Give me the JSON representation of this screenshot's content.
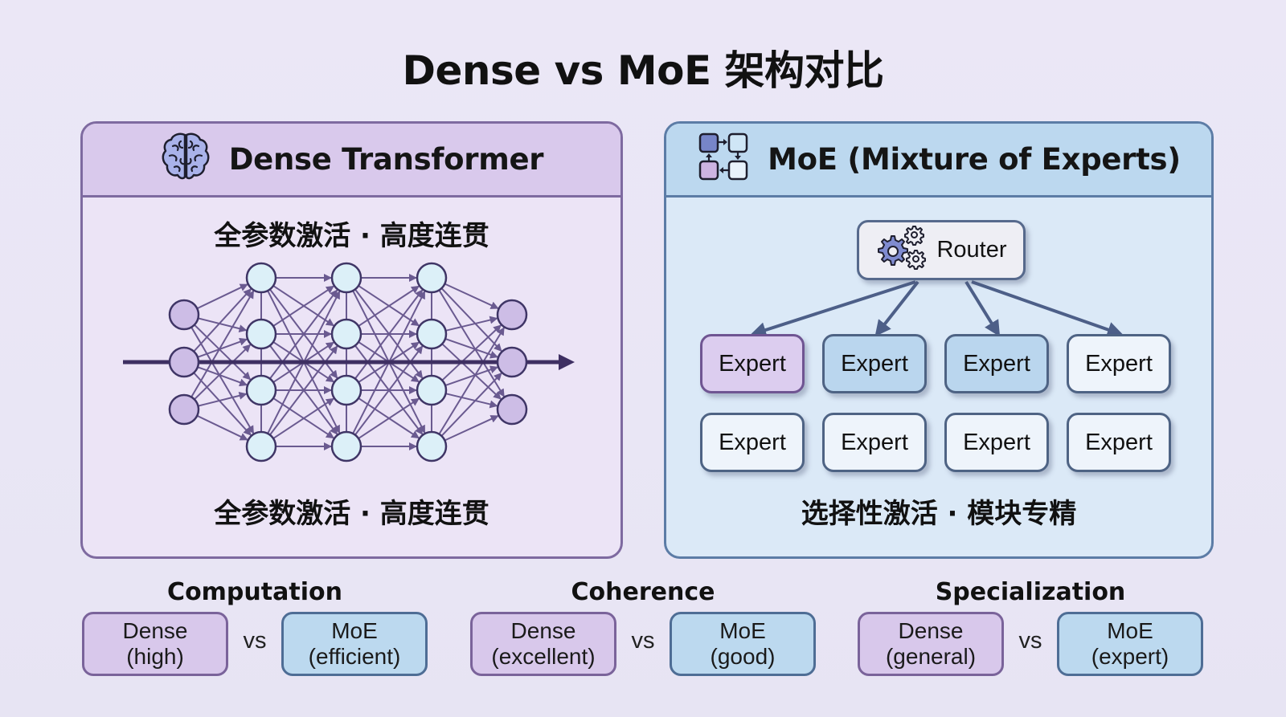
{
  "title": "Dense vs MoE 架构对比",
  "colors": {
    "dense_accent": "#d9c9ec",
    "dense_border": "#7e6aa0",
    "moe_accent": "#bcd8ef",
    "moe_border": "#5c7ca6",
    "node_fill": "#dcf0f8",
    "io_node_fill": "#cdbde6",
    "edge_color": "#6a5a90"
  },
  "dense_panel": {
    "icon": "brain-icon",
    "header": "Dense Transformer",
    "caption_top": "全参数激活 · 高度连贯",
    "caption_bottom": "全参数激活 · 高度连贯",
    "network": {
      "input_nodes": 3,
      "hidden_layers": [
        4,
        4,
        4
      ],
      "output_nodes": 3,
      "fully_connected": true,
      "flow_arrow": "left-to-right"
    }
  },
  "moe_panel": {
    "icon": "modules-flow-icon",
    "header": "MoE (Mixture of Experts)",
    "router": {
      "icon": "gears-icon",
      "label": "Router"
    },
    "experts": [
      {
        "label": "Expert",
        "state": "routed-primary"
      },
      {
        "label": "Expert",
        "state": "routed"
      },
      {
        "label": "Expert",
        "state": "routed"
      },
      {
        "label": "Expert",
        "state": "routed-idle"
      },
      {
        "label": "Expert",
        "state": "idle"
      },
      {
        "label": "Expert",
        "state": "idle"
      },
      {
        "label": "Expert",
        "state": "idle"
      },
      {
        "label": "Expert",
        "state": "idle"
      }
    ],
    "caption": "选择性激活 · 模块专精"
  },
  "comparisons": [
    {
      "title": "Computation",
      "dense": [
        "Dense",
        "(high)"
      ],
      "vs": "vs",
      "moe": [
        "MoE",
        "(efficient)"
      ]
    },
    {
      "title": "Coherence",
      "dense": [
        "Dense",
        "(excellent)"
      ],
      "vs": "vs",
      "moe": [
        "MoE",
        "(good)"
      ]
    },
    {
      "title": "Specialization",
      "dense": [
        "Dense",
        "(general)"
      ],
      "vs": "vs",
      "moe": [
        "MoE",
        "(expert)"
      ]
    }
  ]
}
